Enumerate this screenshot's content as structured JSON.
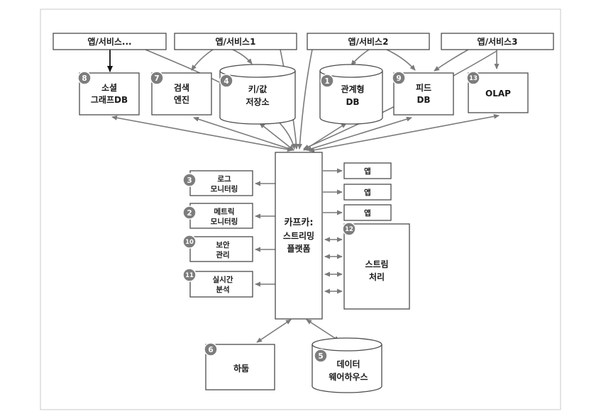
{
  "sources": [
    {
      "id": "src-app-etc",
      "label": "앱/서비스..."
    },
    {
      "id": "src-app-1",
      "label": "앱/서비스1"
    },
    {
      "id": "src-app-2",
      "label": "앱/서비스2"
    },
    {
      "id": "src-app-3",
      "label": "앱/서비스3"
    }
  ],
  "stores": [
    {
      "id": "social-graph-db",
      "badge": "8",
      "lines": [
        "소셜",
        "그래프DB"
      ]
    },
    {
      "id": "search-engine",
      "badge": "7",
      "lines": [
        "검색",
        "엔진"
      ]
    },
    {
      "id": "kv-store",
      "badge": "4",
      "lines": [
        "키/값",
        "저장소"
      ]
    },
    {
      "id": "relational-db",
      "badge": "1",
      "lines": [
        "관계형",
        "DB"
      ]
    },
    {
      "id": "feed-db",
      "badge": "9",
      "lines": [
        "피드",
        "DB"
      ]
    },
    {
      "id": "olap",
      "badge": "13",
      "lines": [
        "OLAP"
      ]
    }
  ],
  "kafka": {
    "lines": [
      "카프카:",
      "스트리밍",
      "플랫폼"
    ]
  },
  "left_consumers": [
    {
      "id": "log-monitoring",
      "badge": "3",
      "lines": [
        "로그",
        "모니터링"
      ]
    },
    {
      "id": "metric-monitoring",
      "badge": "2",
      "lines": [
        "메트릭",
        "모니터링"
      ]
    },
    {
      "id": "security-management",
      "badge": "10",
      "lines": [
        "보안",
        "관리"
      ]
    },
    {
      "id": "realtime-analytics",
      "badge": "11",
      "lines": [
        "실시간",
        "분석"
      ]
    }
  ],
  "right_apps": [
    "앱",
    "앱",
    "앱"
  ],
  "stream_processing": {
    "badge": "12",
    "lines": [
      "스트림",
      "처리"
    ]
  },
  "bottom": [
    {
      "id": "hadoop",
      "badge": "6",
      "lines": [
        "하둡"
      ]
    },
    {
      "id": "data-warehouse",
      "badge": "5",
      "lines": [
        "데이터",
        "웨어하우스"
      ]
    }
  ]
}
